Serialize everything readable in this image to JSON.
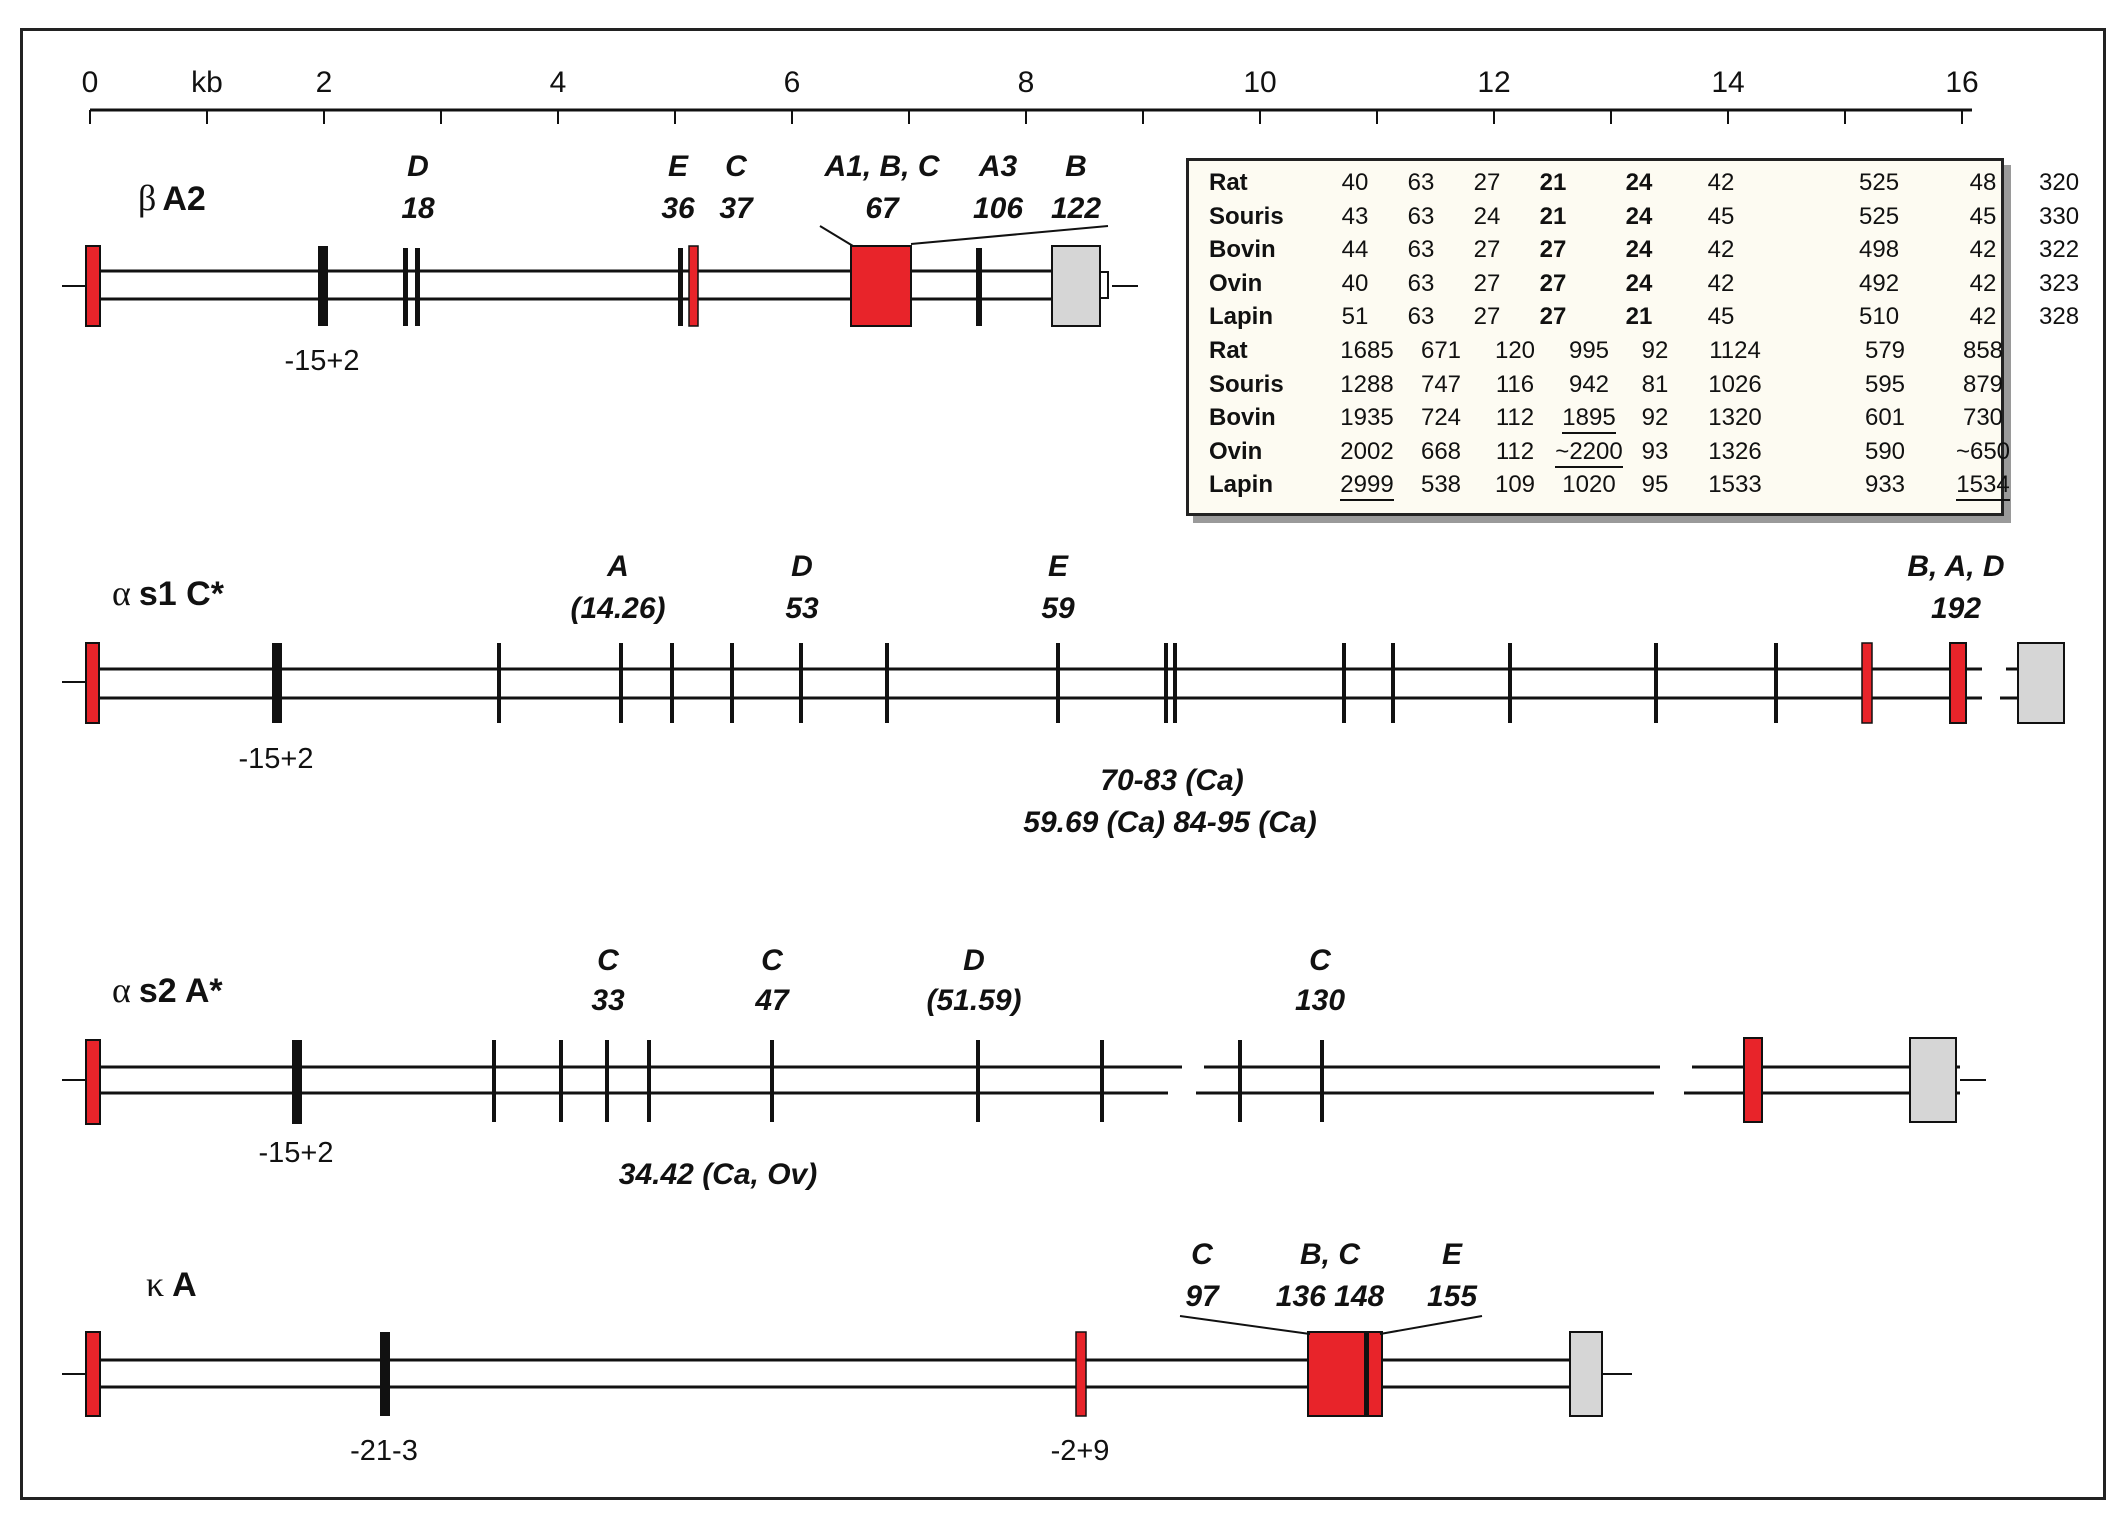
{
  "colors": {
    "exon_coding": "#e8242a",
    "exon_noncoding": "#d6d6d6",
    "exon_small": "#111111",
    "line": "#111111",
    "table_bg": "#fdfbf2"
  },
  "scale": {
    "unit": "kb",
    "ticks": [
      "0",
      "2",
      "4",
      "6",
      "8",
      "10",
      "12",
      "14",
      "16"
    ]
  },
  "genes": {
    "beta": {
      "title_greek": "β",
      "title_rest": "A2",
      "variants": [
        {
          "l1": "D",
          "l2": "18"
        },
        {
          "l1": "E",
          "l2": "36"
        },
        {
          "l1": "C",
          "l2": "37"
        },
        {
          "l1": "A1, B, C",
          "l2": "67"
        },
        {
          "l1": "A3",
          "l2": "106"
        },
        {
          "l1": "B",
          "l2": "122"
        }
      ],
      "below": [
        "-15+2"
      ]
    },
    "as1": {
      "title_greek": "α",
      "title_rest": "s1 C*",
      "variants": [
        {
          "l1": "A",
          "l2": "(14.26)"
        },
        {
          "l1": "D",
          "l2": "53"
        },
        {
          "l1": "E",
          "l2": "59"
        },
        {
          "l1": "B, A, D",
          "l2": "192"
        }
      ],
      "below": [
        "-15+2"
      ],
      "notes": [
        "70-83 (Ca)",
        "59.69 (Ca) 84-95 (Ca)"
      ]
    },
    "as2": {
      "title_greek": "α",
      "title_rest": "s2 A*",
      "variants": [
        {
          "l1": "C",
          "l2": "33"
        },
        {
          "l1": "C",
          "l2": "47"
        },
        {
          "l1": "D",
          "l2": "(51.59)"
        },
        {
          "l1": "C",
          "l2": "130"
        }
      ],
      "below": [
        "-15+2"
      ],
      "notes": [
        "34.42 (Ca, Ov)"
      ]
    },
    "kappa": {
      "title_greek": "κ",
      "title_rest": "A",
      "variants": [
        {
          "l1": "C",
          "l2": "97"
        },
        {
          "l1": "B, C",
          "l2": "136 148"
        },
        {
          "l1": "E",
          "l2": "155"
        }
      ],
      "below": [
        "-21-3",
        "-2+9"
      ]
    }
  },
  "table": {
    "top": [
      {
        "species": "Rat",
        "values": [
          "40",
          "63",
          "27",
          "21",
          "24",
          "42",
          "525",
          "48",
          "320"
        ]
      },
      {
        "species": "Souris",
        "values": [
          "43",
          "63",
          "24",
          "21",
          "24",
          "45",
          "525",
          "45",
          "330"
        ]
      },
      {
        "species": "Bovin",
        "values": [
          "44",
          "63",
          "27",
          "27",
          "24",
          "42",
          "498",
          "42",
          "322"
        ]
      },
      {
        "species": "Ovin",
        "values": [
          "40",
          "63",
          "27",
          "27",
          "24",
          "42",
          "492",
          "42",
          "323"
        ]
      },
      {
        "species": "Lapin",
        "values": [
          "51",
          "63",
          "27",
          "27",
          "21",
          "45",
          "510",
          "42",
          "328"
        ]
      }
    ],
    "top_bold_columns": [
      3,
      4
    ],
    "bottom": [
      {
        "species": "Rat",
        "values": [
          "1685",
          "671",
          "120",
          "995",
          "92",
          "1124",
          "579",
          "858"
        ]
      },
      {
        "species": "Souris",
        "values": [
          "1288",
          "747",
          "116",
          "942",
          "81",
          "1026",
          "595",
          "879"
        ]
      },
      {
        "species": "Bovin",
        "values": [
          "1935",
          "724",
          "112",
          "1895",
          "92",
          "1320",
          "601",
          "730"
        ]
      },
      {
        "species": "Ovin",
        "values": [
          "2002",
          "668",
          "112",
          "~2200",
          "93",
          "1326",
          "590",
          "~650"
        ]
      },
      {
        "species": "Lapin",
        "values": [
          "2999",
          "538",
          "109",
          "1020",
          "95",
          "1533",
          "933",
          "1534"
        ]
      }
    ],
    "underlined": [
      "2-3",
      "3-3",
      "4-0",
      "4-7"
    ]
  }
}
